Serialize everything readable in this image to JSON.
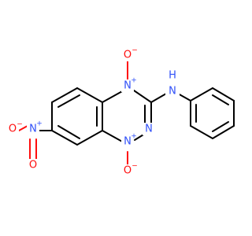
{
  "molecule": {
    "colors": {
      "carbon_bond": "#000000",
      "oxygen": "#ff0d0d",
      "nitrogen": "#3050f8",
      "background": "#ffffff"
    },
    "atoms": {
      "n1_symbol": "N",
      "n1_charge": "+",
      "o1_symbol": "O",
      "o1_charge": "−",
      "nh_n_symbol": "N",
      "nh_h_symbol": "H",
      "n2_symbol": "N",
      "n3_symbol": "N",
      "n3_charge": "+",
      "o3_symbol": "O",
      "o3_charge": "−",
      "nitro_n_symbol": "N",
      "nitro_n_charge": "+",
      "nitro_o_top_symbol": "O",
      "nitro_o_top_charge": "−",
      "nitro_o_bottom_symbol": "O"
    }
  }
}
